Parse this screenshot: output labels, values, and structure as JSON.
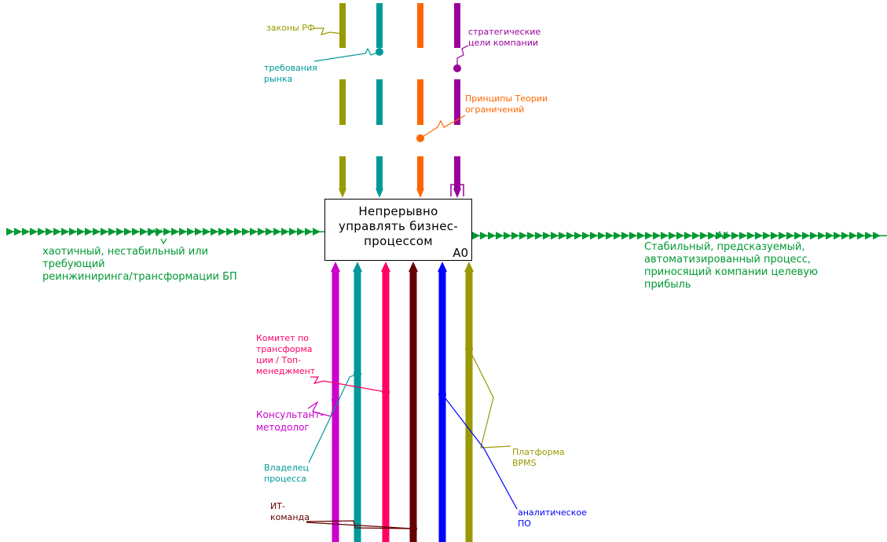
{
  "colors": {
    "law": "#999900",
    "market": "#009999",
    "toc": "#ff6600",
    "strategy": "#990099",
    "flow": "#009933",
    "consultant": "#cc00cc",
    "owner": "#009999",
    "committee": "#ff0066",
    "it": "#660000",
    "analytics": "#0000ff",
    "bpms": "#999900"
  },
  "activity": {
    "title": "Непрерывно\nуправлять бизнес-\nпроцессом",
    "id": "A0"
  },
  "labels": {
    "law": "законы РФ",
    "market": "требования\nрынка",
    "strategy": "стратегические\nцели компании",
    "toc": "Принципы Теории\nограничений",
    "input": "хаотичный, нестабильный или\nтребующий\nреинжиниринга/трансформации БП",
    "output": "Стабильный, предсказуемый,\nавтоматизированный процесс,\nприносящий компании целевую\nприбыль",
    "committee": "Комитет по\nтрансформа\nции / Топ-\nменеджмент",
    "consultant": "Консультант-\nметодолог",
    "owner": "Владелец\nпроцесса",
    "it": "ИТ-\nкоманда",
    "bpms": "Платформа\nBPMS",
    "analytics": "аналитическое\nПО"
  }
}
